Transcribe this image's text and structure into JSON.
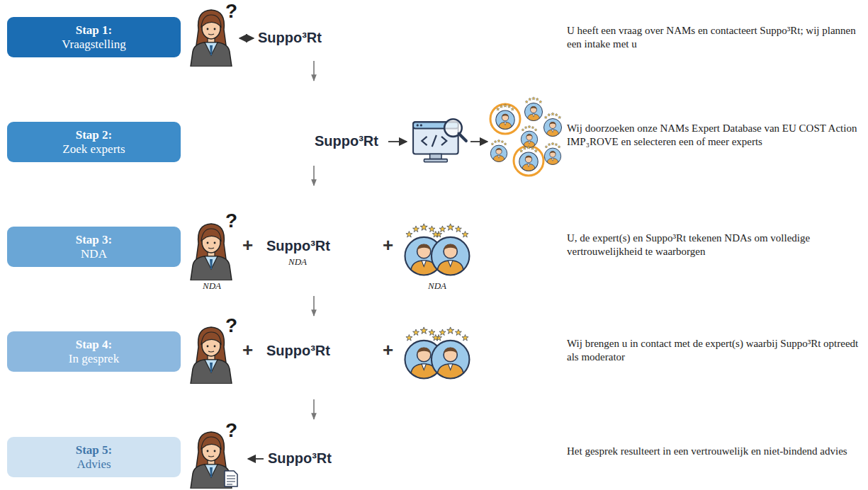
{
  "diagram": {
    "nodes": [
      {
        "text": [
          "Stap 1:",
          "Vraagstelling"
        ]
      },
      {
        "text": [
          "Stap 2:",
          "Zoek experts"
        ]
      },
      {
        "text": [
          "Stap 3:",
          "NDA"
        ]
      },
      {
        "text": [
          "Stap 4:",
          "In gesprek"
        ]
      },
      {
        "text": [
          "Stap 5:",
          "Advies"
        ]
      }
    ],
    "labels": [
      "?",
      "Suppo³Rt",
      "U heeft een vraag over NAMs en contacteert Suppo³Rt; wij plannen een intake met u",
      "Suppo³Rt",
      "Wij doorzoeken onze NAMs Expert Database van EU COST Action IMP₃ROVE en selecteren een of meer experts",
      "?",
      "+",
      "Suppo³Rt",
      "+",
      "U, de expert(s) en Suppo³Rt tekenen NDAs om volledige vertrouwelijkheid te waarborgen",
      "NDA",
      "NDA",
      "NDA",
      "?",
      "+",
      "Suppo³Rt",
      "+",
      "Wij brengen u in contact met de expert(s) waarbij Suppo³Rt optreedt als moderator",
      "?",
      "Suppo³Rt",
      "Het gesprek resulteert in een vertrouwelijk en niet-bindend advies"
    ]
  }
}
